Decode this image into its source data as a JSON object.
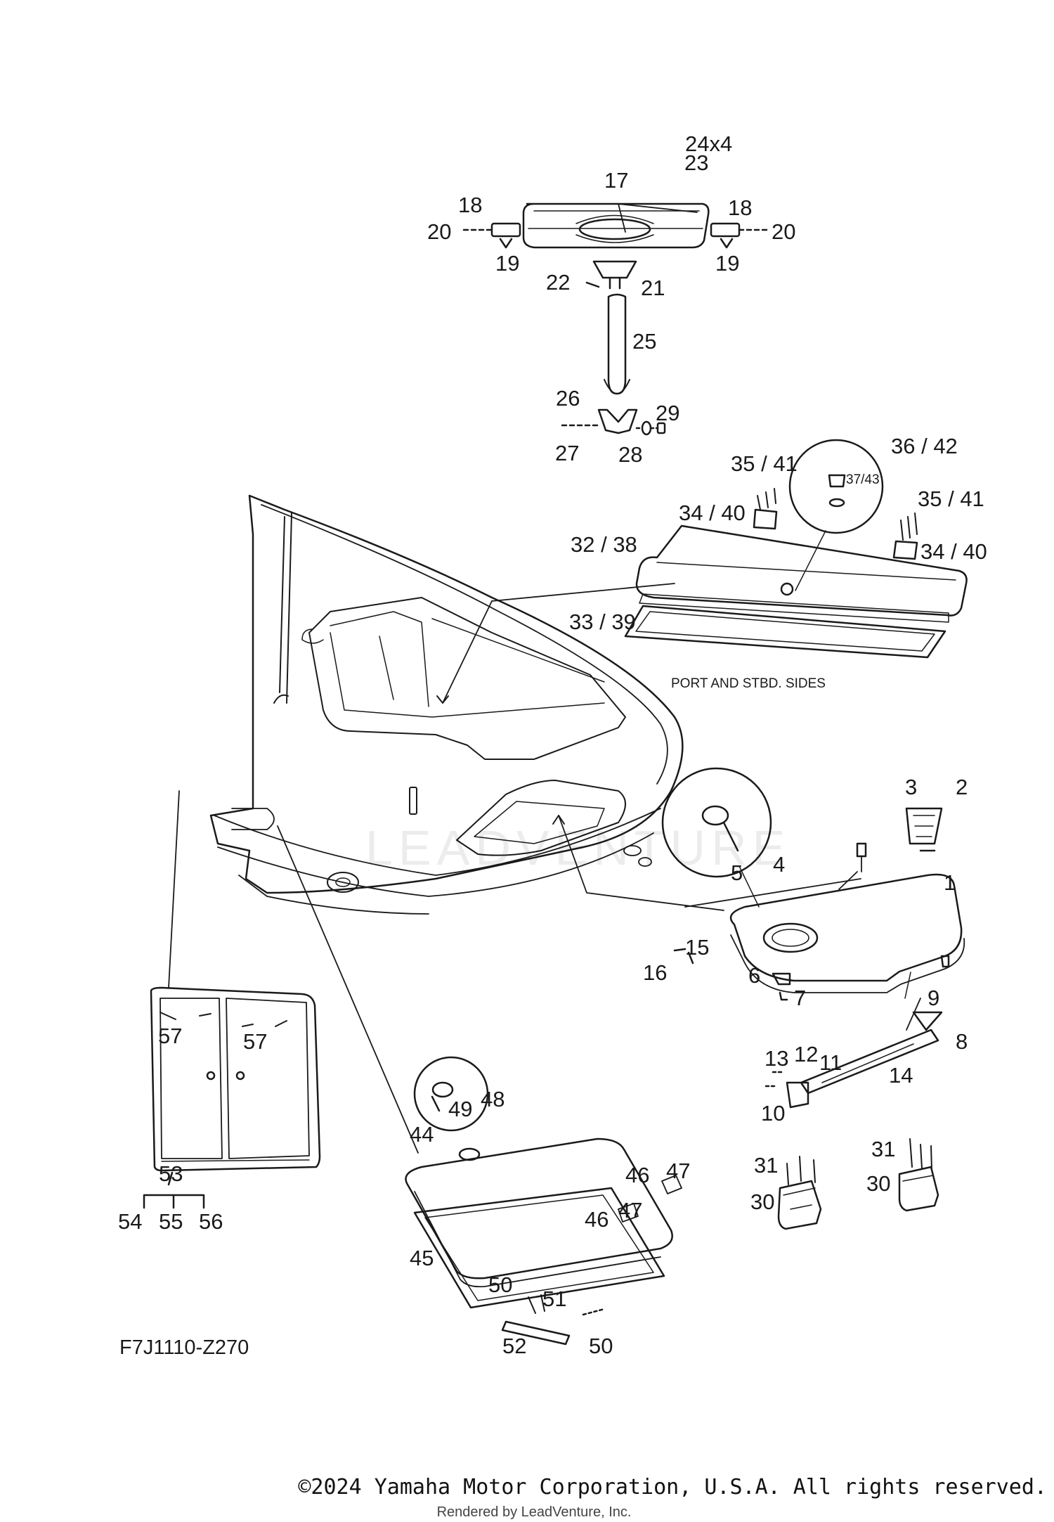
{
  "diagram": {
    "drawing_code": "F7J1110-Z270",
    "note": "PORT AND STBD. SIDES",
    "callouts": [
      "24x4",
      "23",
      "17",
      "18",
      "20",
      "19",
      "18",
      "20",
      "19",
      "22",
      "21",
      "25",
      "26",
      "29",
      "27",
      "28",
      "36 / 42",
      "35 / 41",
      "37/43",
      "34 / 40",
      "35 / 41",
      "32 / 38",
      "34 / 40",
      "33 / 39",
      "3",
      "2",
      "4",
      "5",
      "1",
      "15",
      "16",
      "6",
      "7",
      "9",
      "8",
      "13",
      "12",
      "11",
      "14",
      "10",
      "57",
      "57",
      "48",
      "49",
      "44",
      "46",
      "47",
      "46",
      "47",
      "31",
      "31",
      "30",
      "30",
      "53",
      "54",
      "55",
      "56",
      "45",
      "50",
      "51",
      "52",
      "50"
    ]
  },
  "footer": {
    "copyright": "©2024 Yamaha Motor Corporation, U.S.A. All rights reserved.",
    "rendered_by": "Rendered by LeadVenture, Inc."
  }
}
